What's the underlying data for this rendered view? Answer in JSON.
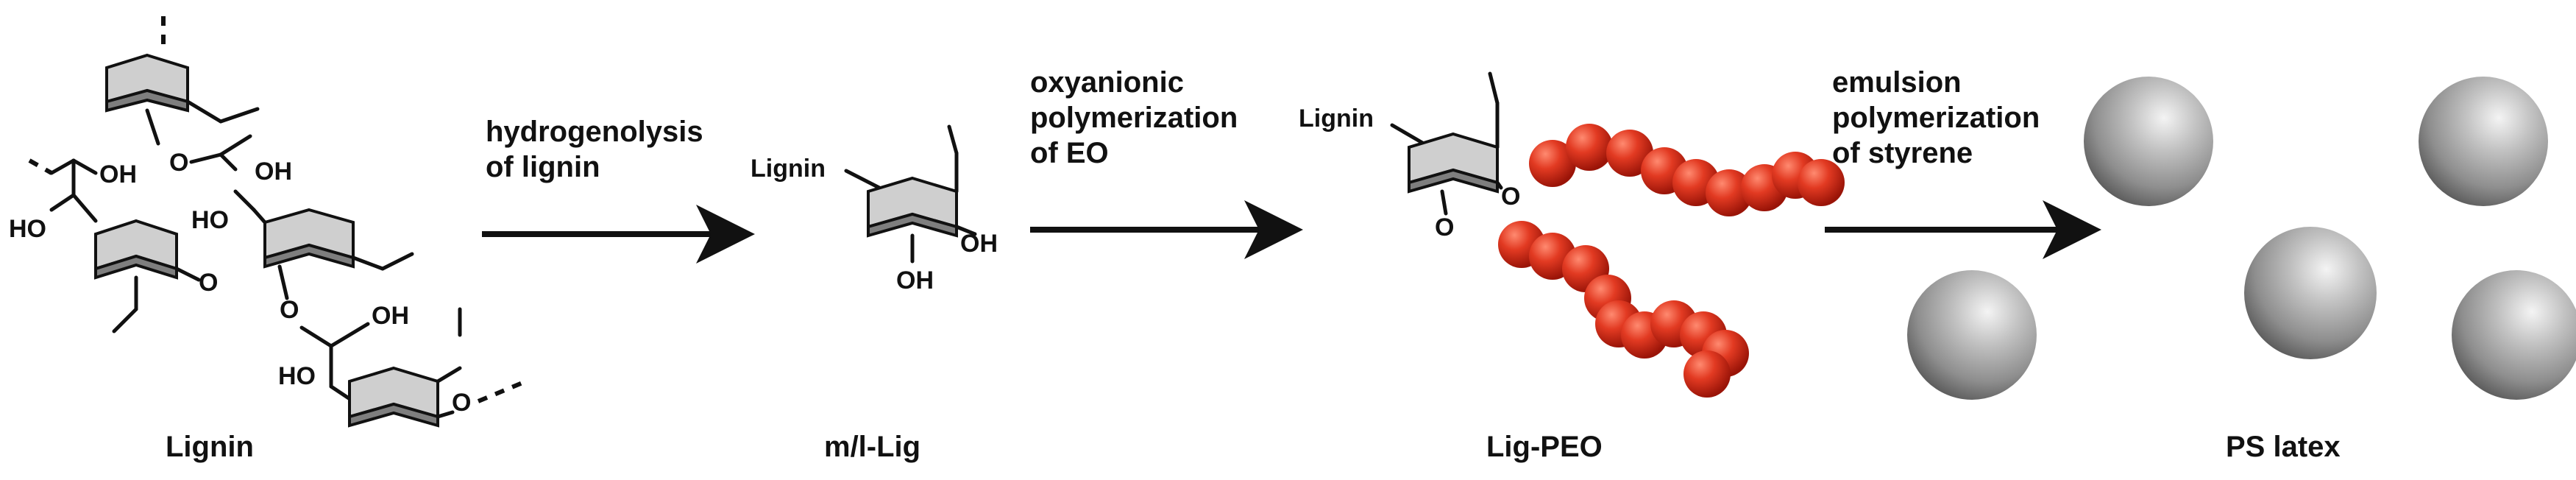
{
  "structures": {
    "lignin_name": "Lignin",
    "mlig_name": "m/l-Lig",
    "ligpeo_name": "Lig-PEO",
    "latex_name": "PS latex",
    "lignin_atoms": [
      "OH",
      "HO",
      "O",
      "O",
      "O",
      "HO",
      "OH",
      "HO"
    ],
    "mlig_substituent": "Lignin",
    "mlig_atoms": [
      "OH",
      "OH"
    ],
    "ligpeo_substituent": "Lignin"
  },
  "steps": [
    {
      "lines": [
        "hydrogenolysis",
        "of lignin"
      ]
    },
    {
      "lines": [
        "oxyanionic",
        "polymerization",
        "of EO"
      ]
    },
    {
      "lines": [
        "emulsion",
        "polymerization",
        "of styrene"
      ]
    }
  ],
  "colors": {
    "peo_bead": "#d42a1a",
    "latex_sphere": "#8a8a8a",
    "ring_fill": "#a9a9a9"
  }
}
